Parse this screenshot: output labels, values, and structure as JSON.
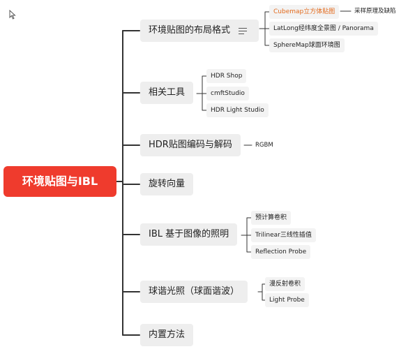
{
  "mindmap": {
    "root": "环境贴图与IBL",
    "branches": [
      {
        "label": "环境贴图的布局格式",
        "icon": "list-menu-icon",
        "children": [
          {
            "label": "Cubemap立方体贴图",
            "highlight": true,
            "child": "采样原理及缺陷"
          },
          {
            "label": "LatLong经纬度全景图 / Panorama"
          },
          {
            "label": "SphereMap球面环境图"
          }
        ]
      },
      {
        "label": "相关工具",
        "children": [
          {
            "label": "HDR Shop"
          },
          {
            "label": "cmftStudio"
          },
          {
            "label": "HDR Light Studio"
          }
        ]
      },
      {
        "label": "HDR贴图编码与解码",
        "children": [
          {
            "label": "RGBM"
          }
        ]
      },
      {
        "label": "旋转向量",
        "children": []
      },
      {
        "label": "IBL 基于图像的照明",
        "children": [
          {
            "label": "预计算卷积"
          },
          {
            "label": "Trilinear三线性插值"
          },
          {
            "label": "Reflection Probe"
          }
        ]
      },
      {
        "label": "球谐光照（球面谐波）",
        "children": [
          {
            "label": "漫反射卷积"
          },
          {
            "label": "Light Probe"
          }
        ]
      },
      {
        "label": "内置方法",
        "children": []
      }
    ]
  },
  "colors": {
    "root_bg": "#ef3b2d",
    "highlight_text": "#e36a1c",
    "line": "#333333",
    "node_bg": "#eeeeee"
  }
}
